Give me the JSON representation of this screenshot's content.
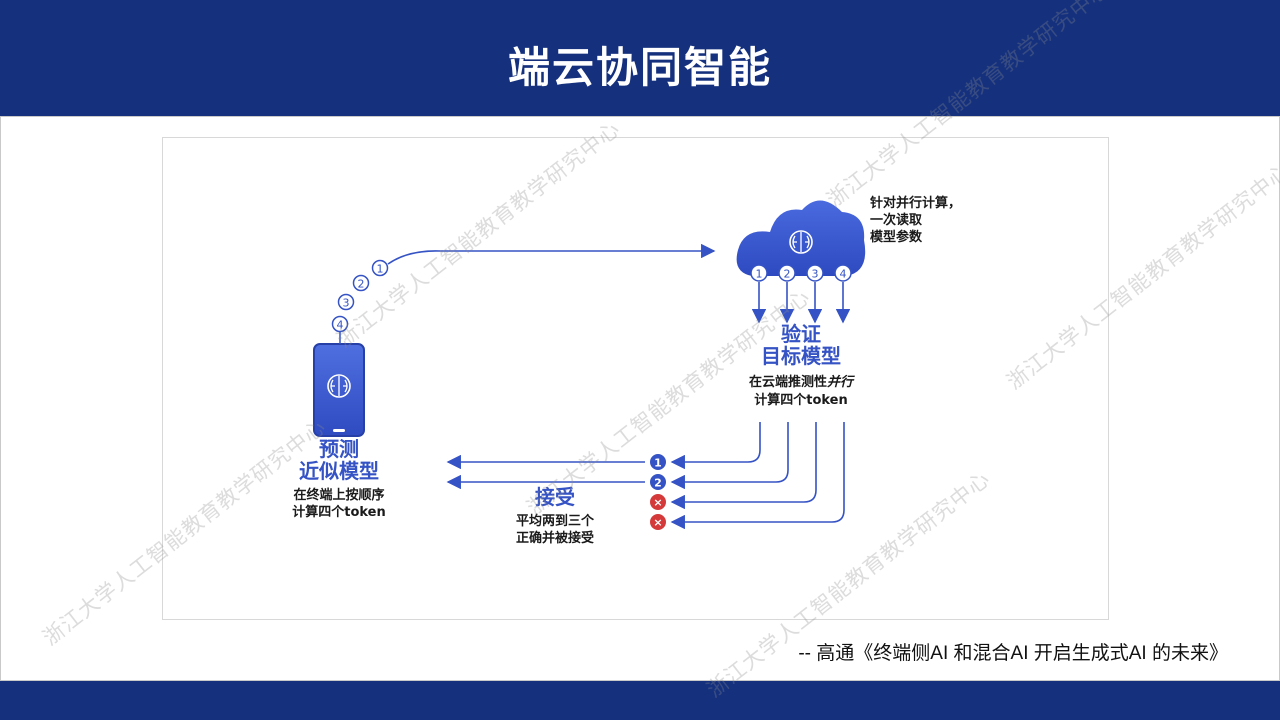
{
  "slide": {
    "title": "端云协同智能",
    "citation": "-- 高通《终端侧AI 和混合AI 开启生成式AI 的未来》",
    "watermark": "浙江大学人工智能教育教学研究中心"
  },
  "diagram": {
    "device": {
      "title_line1": "预测",
      "title_line2": "近似模型",
      "desc_line1": "在终端上按顺序",
      "desc_line2": "计算四个token"
    },
    "cloud": {
      "note_line1": "针对并行计算，",
      "note_line2": "一次读取",
      "note_line3": "模型参数",
      "title_line1": "验证",
      "title_line2": "目标模型",
      "desc_line1a": "在云端推测性",
      "desc_line1b": "并行",
      "desc_line2": "计算四个token"
    },
    "accept": {
      "title": "接受",
      "desc_line1": "平均两到三个",
      "desc_line2": "正确并被接受"
    },
    "tokens": [
      "1",
      "2",
      "3",
      "4"
    ],
    "results": [
      {
        "label": "1",
        "status": "accepted"
      },
      {
        "label": "2",
        "status": "accepted"
      },
      {
        "label": "×",
        "status": "rejected"
      },
      {
        "label": "×",
        "status": "rejected"
      }
    ],
    "colors": {
      "brand_navy": "#15317e",
      "accent_blue": "#3553c4",
      "reject_red": "#d43a3a"
    }
  }
}
